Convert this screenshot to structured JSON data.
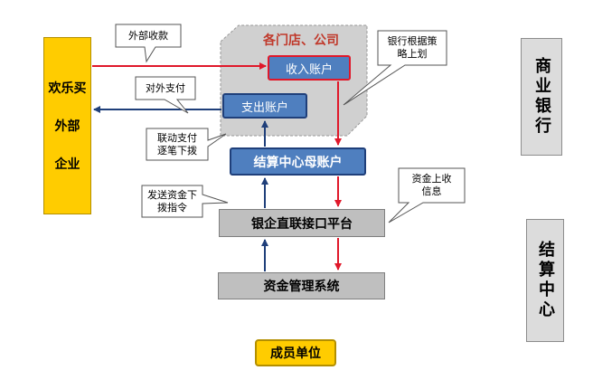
{
  "external": {
    "lines": [
      "欢乐买",
      "外部",
      "企业"
    ]
  },
  "stores": {
    "label": "各门店、公司"
  },
  "accounts": {
    "income": "收入账户",
    "expense": "支出账户",
    "master": "结算中心母账户"
  },
  "platforms": {
    "bank_platform": "银企直联接口平台",
    "fund_system": "资金管理系统"
  },
  "member_unit": "成员单位",
  "side_labels": {
    "bank": "商业银行",
    "settlement_center": "结算中心"
  },
  "callouts": {
    "external_receipt": "外部收款",
    "external_payment": "对外支付",
    "linked_payment": [
      "联动支付",
      "逐笔下拨"
    ],
    "send_instruction": [
      "发送资金下",
      "拨指令"
    ],
    "bank_sweep": [
      "银行根据策",
      "略上划"
    ],
    "fund_receipt": [
      "资金上收",
      "信息"
    ]
  },
  "colors": {
    "red_arrow": "#e0182a",
    "navy_arrow": "#1f3f7a",
    "yellow": "#ffcc00",
    "blue_box": "#4f7fbf"
  }
}
